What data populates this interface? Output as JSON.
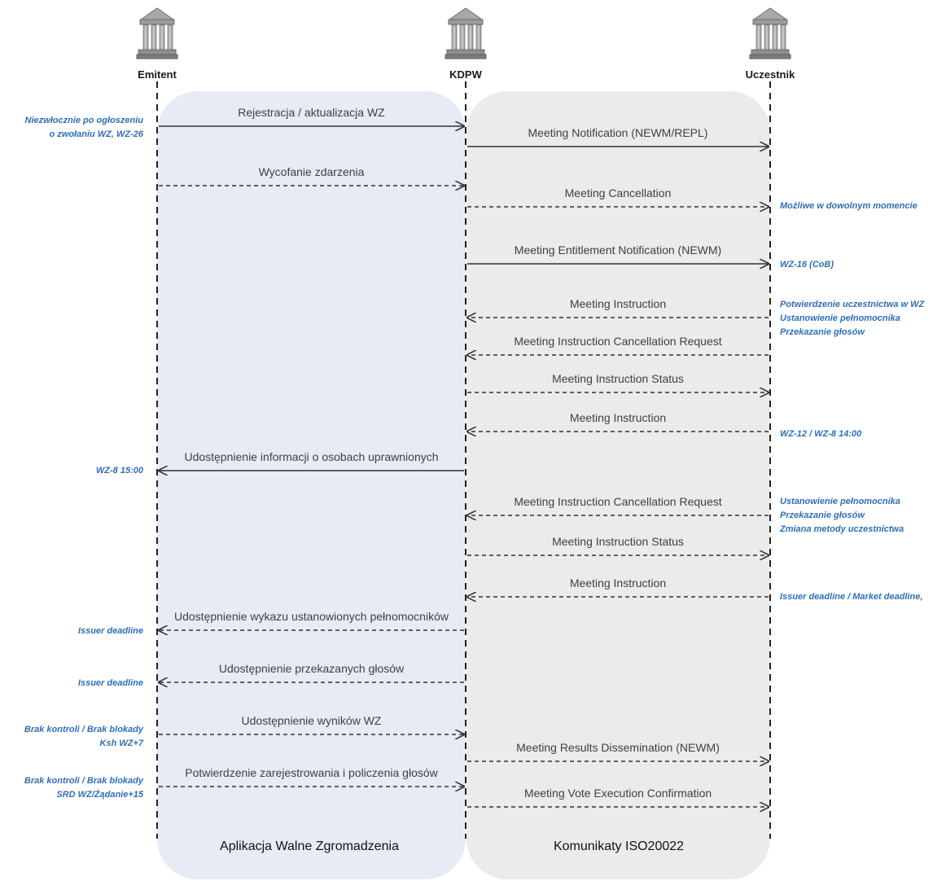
{
  "actors": [
    {
      "id": "emitent",
      "label": "Emitent"
    },
    {
      "id": "kdpw",
      "label": "KDPW"
    },
    {
      "id": "uczestnik",
      "label": "Uczestnik"
    }
  ],
  "panels": {
    "left_title": "Aplikacja Walne Zgromadzenia",
    "right_title": "Komunikaty ISO20022"
  },
  "colors": {
    "left_panel": "#e6ebf5",
    "right_panel": "#ebebeb",
    "note_text": "#2f6fb5",
    "arrow": "#333333"
  },
  "messages": [
    {
      "label": "Rejestracja / aktualizacja WZ",
      "from": "emitent",
      "to": "kdpw",
      "style": "solid"
    },
    {
      "label": "Meeting Notification (NEWM/REPL)",
      "from": "kdpw",
      "to": "uczestnik",
      "style": "solid"
    },
    {
      "label": "Wycofanie zdarzenia",
      "from": "emitent",
      "to": "kdpw",
      "style": "dashed"
    },
    {
      "label": "Meeting Cancellation",
      "from": "kdpw",
      "to": "uczestnik",
      "style": "dashed"
    },
    {
      "label": "Meeting Entitlement Notification (NEWM)",
      "from": "kdpw",
      "to": "uczestnik",
      "style": "solid"
    },
    {
      "label": "Meeting Instruction",
      "from": "uczestnik",
      "to": "kdpw",
      "style": "dashed"
    },
    {
      "label": "Meeting Instruction Cancellation Request",
      "from": "uczestnik",
      "to": "kdpw",
      "style": "dashed"
    },
    {
      "label": "Meeting Instruction Status",
      "from": "kdpw",
      "to": "uczestnik",
      "style": "dashed"
    },
    {
      "label": "Meeting Instruction",
      "from": "uczestnik",
      "to": "kdpw",
      "style": "dashed"
    },
    {
      "label": "Udostępnienie informacji o osobach uprawnionych",
      "from": "kdpw",
      "to": "emitent",
      "style": "solid"
    },
    {
      "label": "Meeting Instruction Cancellation Request",
      "from": "uczestnik",
      "to": "kdpw",
      "style": "dashed"
    },
    {
      "label": "Meeting Instruction Status",
      "from": "kdpw",
      "to": "uczestnik",
      "style": "dashed"
    },
    {
      "label": "Meeting Instruction",
      "from": "uczestnik",
      "to": "kdpw",
      "style": "dashed"
    },
    {
      "label": "Udostępnienie wykazu ustanowionych pełnomocników",
      "from": "kdpw",
      "to": "emitent",
      "style": "dashed"
    },
    {
      "label": "Udostępnienie przekazanych głosów",
      "from": "kdpw",
      "to": "emitent",
      "style": "dashed"
    },
    {
      "label": "Udostępnienie wyników WZ",
      "from": "emitent",
      "to": "kdpw",
      "style": "dashed"
    },
    {
      "label": "Meeting Results Dissemination (NEWM)",
      "from": "kdpw",
      "to": "uczestnik",
      "style": "dashed"
    },
    {
      "label": "Potwierdzenie zarejestrowania i policzenia głosów",
      "from": "emitent",
      "to": "kdpw",
      "style": "dashed"
    },
    {
      "label": "Meeting Vote Execution Confirmation",
      "from": "kdpw",
      "to": "uczestnik",
      "style": "dashed"
    }
  ],
  "left_notes": [
    {
      "lines": [
        "Niezwłocznie po ogłoszeniu",
        "o zwołaniu WZ, WZ-26"
      ]
    },
    {
      "lines": [
        "WZ-8 15:00"
      ]
    },
    {
      "lines": [
        "Issuer deadline"
      ]
    },
    {
      "lines": [
        "Issuer deadline"
      ]
    },
    {
      "lines": [
        "Brak kontroli / Brak blokady",
        "Ksh WZ+7"
      ]
    },
    {
      "lines": [
        "Brak kontroli / Brak blokady",
        "SRD WZ/Żądanie+15"
      ]
    }
  ],
  "right_notes": [
    {
      "lines": [
        "Możliwe w dowolnym momencie"
      ]
    },
    {
      "lines": [
        "WZ-16 (CoB)"
      ]
    },
    {
      "lines": [
        "Potwierdzenie uczestnictwa w WZ",
        "Ustanowienie pełnomocnika",
        "Przekazanie głosów"
      ]
    },
    {
      "lines": [
        "WZ-12 / WZ-8 14:00"
      ]
    },
    {
      "lines": [
        "Ustanowienie pełnomocnika",
        "Przekazanie głosów",
        "Zmiana metody uczestnictwa"
      ]
    },
    {
      "lines": [
        "Issuer deadline / Market deadline,"
      ]
    }
  ]
}
